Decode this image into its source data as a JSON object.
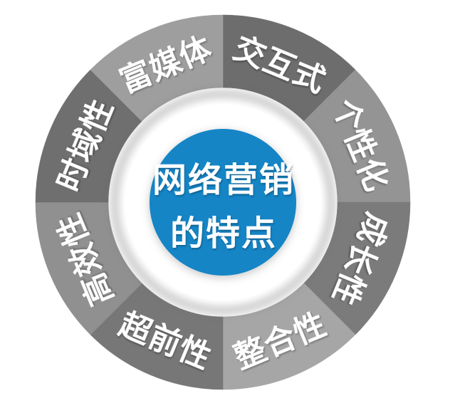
{
  "diagram": {
    "center": {
      "line1": "网络营销",
      "line2": "的特点",
      "bg_color": "#1585c6",
      "text_color": "#ffffff"
    },
    "label_text_color": "#ffffff",
    "segments": [
      {
        "label": "交互式",
        "color": "#6d6d6d",
        "start_angle": -90,
        "end_angle": -45,
        "label_rotation": 22.5
      },
      {
        "label": "个性化",
        "color": "#949494",
        "start_angle": -45,
        "end_angle": 0,
        "label_rotation": 67.5
      },
      {
        "label": "成长性",
        "color": "#7b7b7b",
        "start_angle": 0,
        "end_angle": 45,
        "label_rotation": 112.5
      },
      {
        "label": "整合性",
        "color": "#a6a6a6",
        "start_angle": 45,
        "end_angle": 90,
        "label_rotation": -22.5
      },
      {
        "label": "超前性",
        "color": "#777777",
        "start_angle": 90,
        "end_angle": 135,
        "label_rotation": 22.5
      },
      {
        "label": "高效性",
        "color": "#909090",
        "start_angle": 135,
        "end_angle": 180,
        "label_rotation": -112.5
      },
      {
        "label": "时域性",
        "color": "#6f6f6f",
        "start_angle": 180,
        "end_angle": 225,
        "label_rotation": -67.5
      },
      {
        "label": "富媒体",
        "color": "#9e9e9e",
        "start_angle": 225,
        "end_angle": 270,
        "label_rotation": -22.5
      }
    ]
  }
}
